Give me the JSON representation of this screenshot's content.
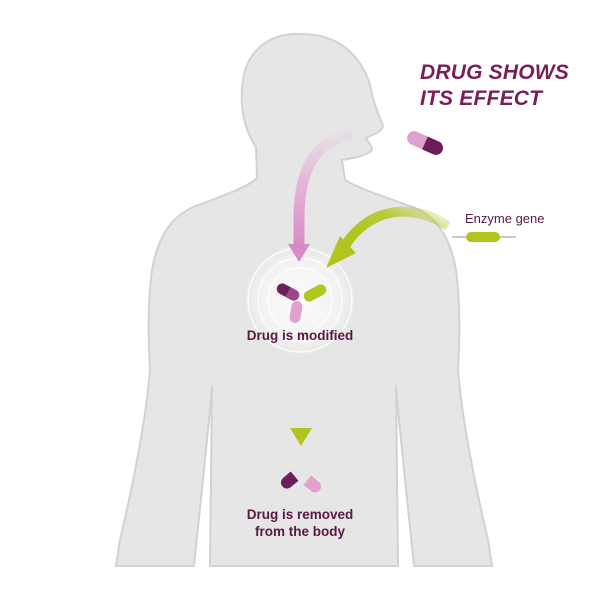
{
  "title": {
    "line1": "DRUG SHOWS",
    "line2": "ITS EFFECT"
  },
  "labels": {
    "enzyme_gene": "Enzyme gene",
    "drug_modified": "Drug is modified",
    "drug_removed_line1": "Drug is removed",
    "drug_removed_line2": "from the body"
  },
  "colors": {
    "body_fill": "#e6e6e6",
    "body_stroke": "#d2d2d2",
    "title_text": "#7a1e55",
    "label_text": "#5a1840",
    "drug_dark": "#6b1f5a",
    "drug_light": "#e2a0cf",
    "enzyme_green": "#b2c41d",
    "arrow_pink": "#e6a6d6"
  }
}
